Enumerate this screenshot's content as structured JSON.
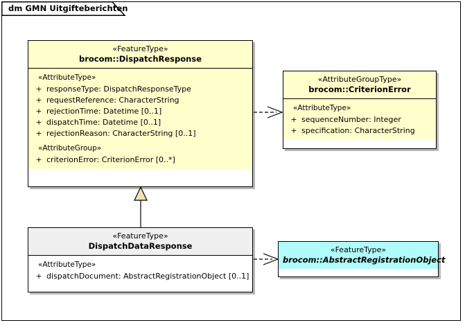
{
  "diagram": {
    "title": "dm GMN Uitgifteberichten",
    "colors": {
      "feature_type_fill": "#FFFFCC",
      "attribute_group_type_fill": "#FFFFCC",
      "sub_class_header_fill": "#F0F0F0",
      "sub_class_body_fill": "#FFFFFF",
      "abstract_class_fill": "#B2FBFB",
      "generalization_arrow_fill": "#F5DEB3",
      "line": "#000000"
    }
  },
  "classes": {
    "dispatch_response": {
      "stereotype": "«FeatureType»",
      "name": "brocom::DispatchResponse",
      "compartments": [
        {
          "group": "«AttributeType»",
          "attributes": [
            {
              "visibility": "+",
              "text": "responseType: DispatchResponseType"
            },
            {
              "visibility": "+",
              "text": "requestReference: CharacterString"
            },
            {
              "visibility": "+",
              "text": "rejectionTime: Datetime [0..1]"
            },
            {
              "visibility": "+",
              "text": "dispatchTime: Datetime [0..1]"
            },
            {
              "visibility": "+",
              "text": "rejectionReason: CharacterString [0..1]"
            }
          ]
        },
        {
          "group": "«AttributeGroup»",
          "attributes": [
            {
              "visibility": "+",
              "text": "criterionError: CriterionError [0..*]"
            }
          ]
        }
      ]
    },
    "criterion_error": {
      "stereotype": "«AttributeGroupType»",
      "name": "brocom::CriterionError",
      "compartments": [
        {
          "group": "«AttributeType»",
          "attributes": [
            {
              "visibility": "+",
              "text": "sequenceNumber: Integer"
            },
            {
              "visibility": "+",
              "text": "specification: CharacterString"
            }
          ]
        }
      ]
    },
    "dispatch_data_response": {
      "stereotype": "«FeatureType»",
      "name": "DispatchDataResponse",
      "compartments": [
        {
          "group": "«AttributeType»",
          "attributes": [
            {
              "visibility": "+",
              "text": "dispatchDocument: AbstractRegistrationObject [0..1]"
            }
          ]
        }
      ]
    },
    "abstract_registration_object": {
      "stereotype": "«FeatureType»",
      "name": "brocom::AbstractRegistrationObject",
      "compartments": []
    }
  },
  "connectors": [
    {
      "kind": "dependency",
      "from": "dispatch_response",
      "to": "criterion_error"
    },
    {
      "kind": "generalization",
      "from": "dispatch_data_response",
      "to": "dispatch_response"
    },
    {
      "kind": "dependency",
      "from": "dispatch_data_response",
      "to": "abstract_registration_object"
    }
  ]
}
